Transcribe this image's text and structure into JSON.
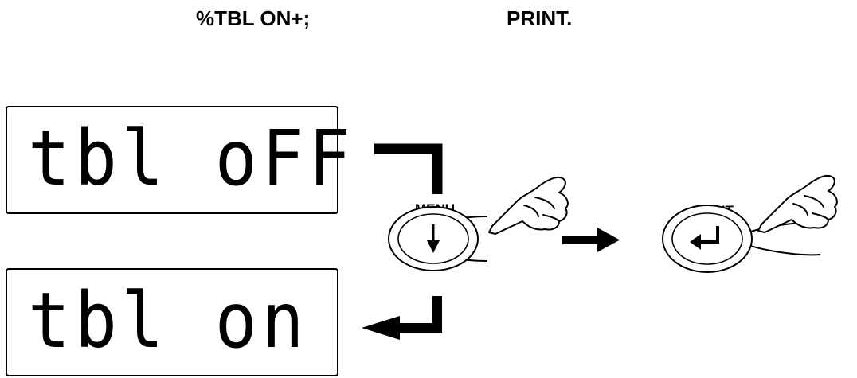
{
  "header": {
    "left_label": "%TBL ON+;",
    "right_label": "PRINT."
  },
  "displays": [
    {
      "text": "tbl oFF"
    },
    {
      "text": "tbl on"
    }
  ],
  "buttons": {
    "menu": {
      "label": "MENU",
      "icon": "down-arrow-icon"
    },
    "print": {
      "label": "PRINT",
      "icon": "enter-arrow-icon"
    }
  }
}
